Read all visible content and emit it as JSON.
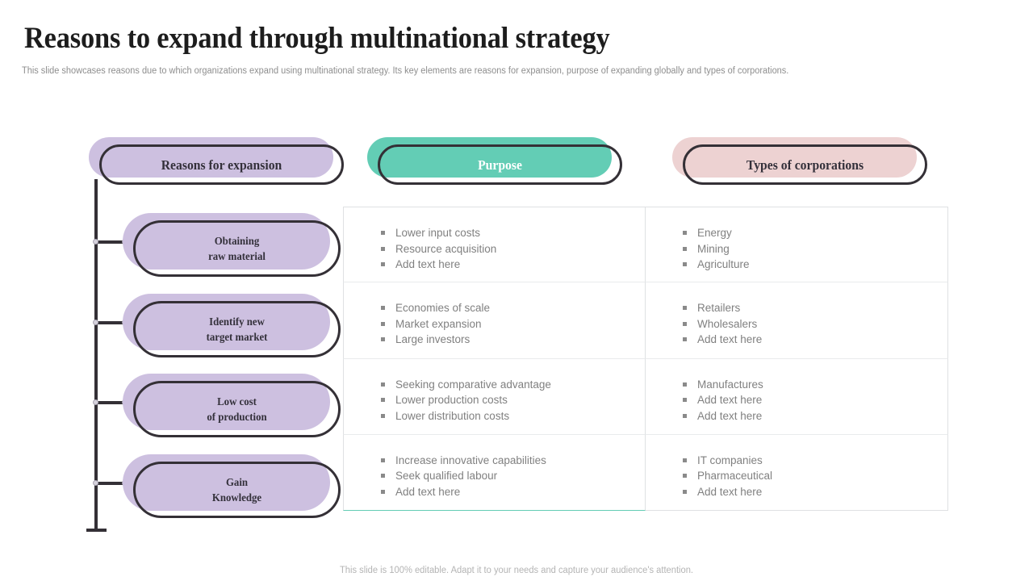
{
  "slide": {
    "title": "Reasons to expand through multinational strategy",
    "subtitle": "This slide showcases reasons due to which organizations expand using multinational strategy. Its key elements are reasons for expansion, purpose of expanding globally and types of corporations.",
    "footer": "This slide is 100% editable. Adapt it to your needs and capture your audience's attention."
  },
  "colors": {
    "lavender": "#cdc0e0",
    "teal": "#63cdb5",
    "pink": "#edd2d2",
    "outline": "#343036",
    "body_text": "#808080",
    "heading_text": "#33303a"
  },
  "headers": [
    {
      "label": "Reasons for expansion",
      "fill": "#cdc0e0",
      "text_color": "#33303a"
    },
    {
      "label": "Purpose",
      "fill": "#63cdb5",
      "text_color": "#ffffff"
    },
    {
      "label": "Types of corporations",
      "fill": "#edd2d2",
      "text_color": "#33303a"
    }
  ],
  "reasons": [
    {
      "line1": "Obtaining",
      "line2": "raw material"
    },
    {
      "line1": "Identify new",
      "line2": "target market"
    },
    {
      "line1": "Low cost",
      "line2": "of production"
    },
    {
      "line1": "Gain",
      "line2": "Knowledge"
    }
  ],
  "rows": [
    {
      "purpose": [
        "Lower input costs",
        "Resource acquisition",
        "Add text here"
      ],
      "types": [
        "Energy",
        "Mining",
        "Agriculture"
      ]
    },
    {
      "purpose": [
        "Economies of scale",
        "Market expansion",
        "Large investors"
      ],
      "types": [
        "Retailers",
        "Wholesalers",
        "Add text here"
      ]
    },
    {
      "purpose": [
        "Seeking comparative advantage",
        "Lower production costs",
        "Lower distribution costs"
      ],
      "types": [
        "Manufactures",
        "Add text here",
        "Add text here"
      ]
    },
    {
      "purpose": [
        "Increase innovative capabilities",
        "Seek qualified labour",
        "Add text here"
      ],
      "types": [
        "IT companies",
        "Pharmaceutical",
        "Add text here"
      ]
    }
  ]
}
